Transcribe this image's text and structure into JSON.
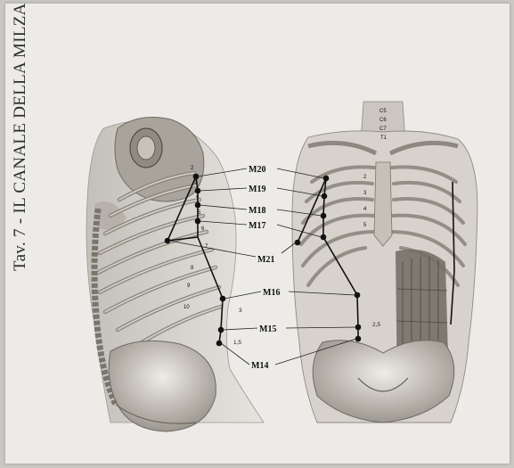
{
  "title": "Tav. 7 - IL CANALE DELLA MILZA",
  "points": {
    "m20": "M20",
    "m19": "M19",
    "m18": "M18",
    "m17": "M17",
    "m21": "M21",
    "m16": "M16",
    "m15": "M15",
    "m14": "M14"
  },
  "side_view": {
    "rib_numbers": [
      "2",
      "3",
      "4",
      "5",
      "6",
      "7",
      "8",
      "9",
      "10"
    ],
    "cun_upper": "3",
    "cun_lower": "1,5"
  },
  "front_view": {
    "vertebrae": [
      "C5",
      "C6",
      "C7",
      "T1"
    ],
    "rib_numbers": [
      "2",
      "3",
      "4",
      "5"
    ],
    "cun": "2,5"
  },
  "colors": {
    "paper": "#ecebe7",
    "line": "#111111",
    "bone": "#d8d4cc"
  }
}
